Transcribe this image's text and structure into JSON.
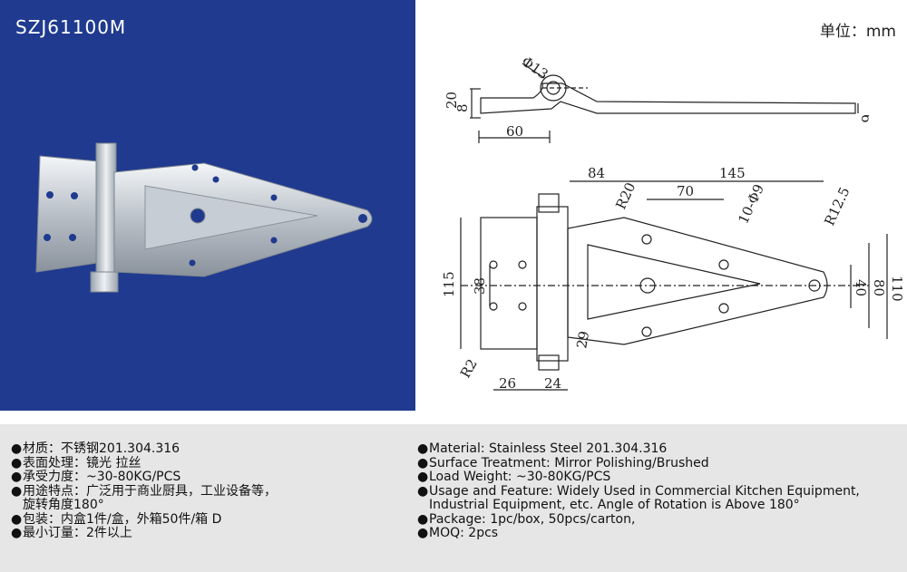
{
  "product": {
    "model": "SZJ61100M",
    "unit_label": "单位：mm"
  },
  "dimensions": {
    "side_view": [
      "Φ13",
      "20",
      "8",
      "60",
      "6"
    ],
    "top_view": [
      "84",
      "145",
      "70",
      "R20",
      "10-Φ9",
      "R12.5",
      "115",
      "38",
      "40",
      "80",
      "110",
      "29",
      "R2",
      "26",
      "24"
    ]
  },
  "specs_cn": [
    {
      "bullet": "●",
      "text": "材质：不锈钢201.304.316"
    },
    {
      "bullet": "●",
      "text": "表面处理：镜光 拉丝"
    },
    {
      "bullet": "●",
      "text": "承受力度：~30-80KG/PCS"
    },
    {
      "bullet": "●",
      "text": "用途特点：广泛用于商业厨具，工业设备等，"
    },
    {
      "bullet": "",
      "text": "旋转角度180°"
    },
    {
      "bullet": "●",
      "text": "包装：内盒1件/盒，外箱50件/箱 D"
    },
    {
      "bullet": "●",
      "text": "最小订量：2件以上"
    }
  ],
  "specs_en": [
    {
      "bullet": "●",
      "text": "Material: Stainless Steel 201.304.316"
    },
    {
      "bullet": "●",
      "text": "Surface Treatment: Mirror Polishing/Brushed"
    },
    {
      "bullet": "●",
      "text": "Load Weight: ~30-80KG/PCS"
    },
    {
      "bullet": "●",
      "text": "Usage and Feature: Widely Used in Commercial Kitchen Equipment,"
    },
    {
      "bullet": "",
      "text": "Industrial Equipment, etc. Angle of Rotation is Above 180°"
    },
    {
      "bullet": "●",
      "text": "Package: 1pc/box, 50pcs/carton,"
    },
    {
      "bullet": "●",
      "text": "MOQ: 2pcs"
    }
  ],
  "colors": {
    "panel_blue": "#1f3a8f",
    "spec_band": "#e6e6e6"
  }
}
